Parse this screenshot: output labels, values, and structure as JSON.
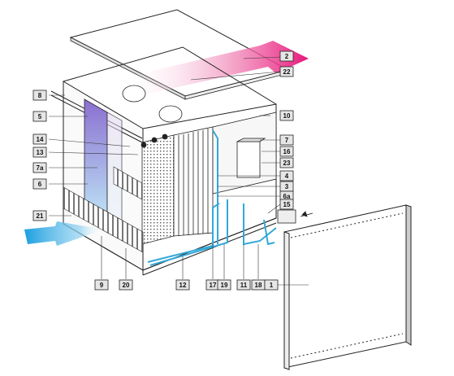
{
  "diagram": {
    "callouts": [
      {
        "id": "c2",
        "label": "2"
      },
      {
        "id": "c22",
        "label": "22"
      },
      {
        "id": "c8",
        "label": "8"
      },
      {
        "id": "c10",
        "label": "10"
      },
      {
        "id": "c5",
        "label": "5"
      },
      {
        "id": "c7",
        "label": "7"
      },
      {
        "id": "c14",
        "label": "14"
      },
      {
        "id": "c16",
        "label": "16"
      },
      {
        "id": "c13",
        "label": "13"
      },
      {
        "id": "c23",
        "label": "23"
      },
      {
        "id": "c7a",
        "label": "7a"
      },
      {
        "id": "c4",
        "label": "4"
      },
      {
        "id": "c6",
        "label": "6"
      },
      {
        "id": "c3",
        "label": "3"
      },
      {
        "id": "c6a",
        "label": "6a"
      },
      {
        "id": "c15",
        "label": "15"
      },
      {
        "id": "c21",
        "label": "21"
      },
      {
        "id": "c9",
        "label": "9"
      },
      {
        "id": "c20",
        "label": "20"
      },
      {
        "id": "c12",
        "label": "12"
      },
      {
        "id": "c17",
        "label": "17"
      },
      {
        "id": "c19",
        "label": "19"
      },
      {
        "id": "c11",
        "label": "11"
      },
      {
        "id": "c18",
        "label": "18"
      },
      {
        "id": "c1",
        "label": "1"
      }
    ],
    "colors": {
      "airflow_out": "#e8157a",
      "airflow_in": "#1a9fe0",
      "cable": "#33a8d8",
      "filter": "#7a5cc0",
      "line": "#222222",
      "callout_fill": "#e6e6e6"
    }
  }
}
